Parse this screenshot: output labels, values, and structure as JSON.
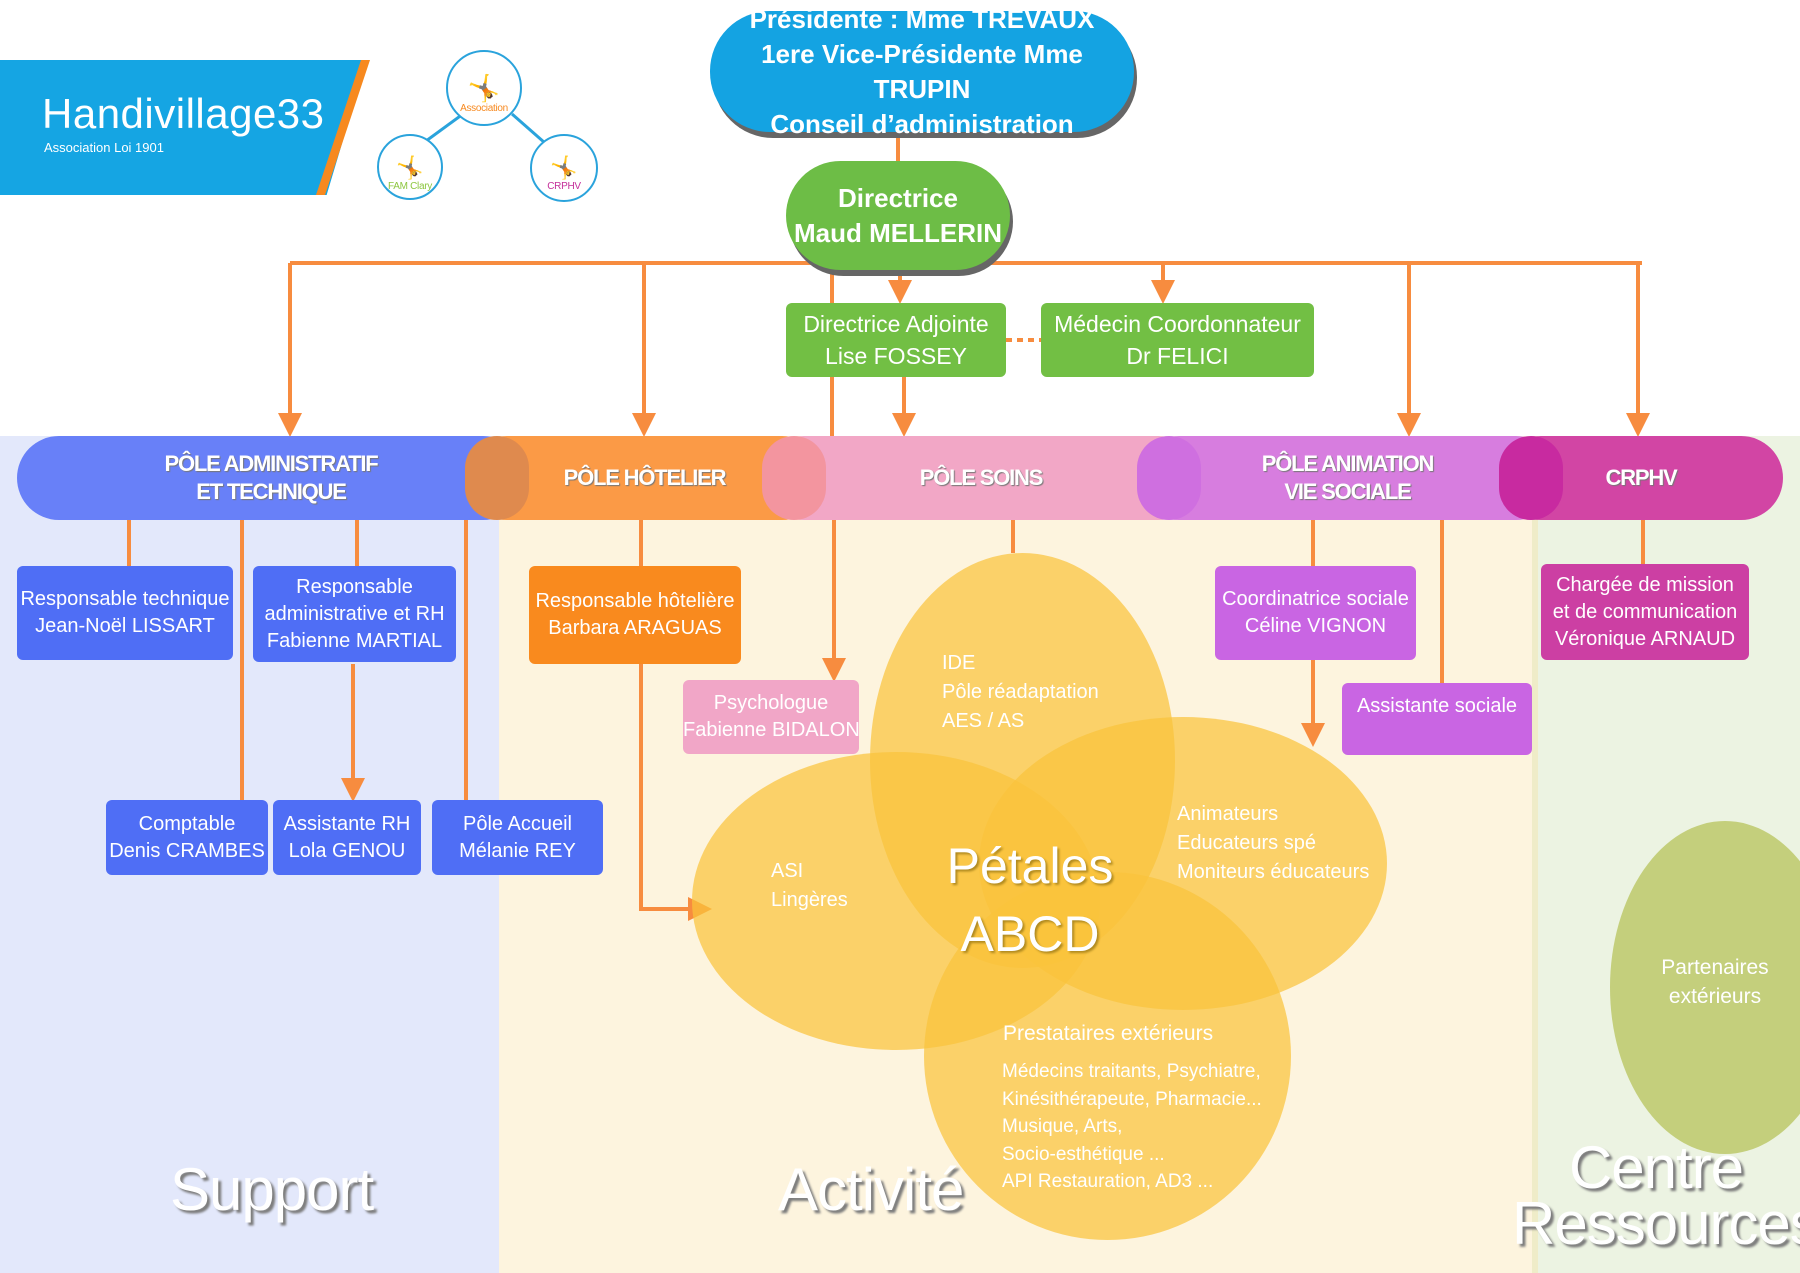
{
  "logo": {
    "title": "Handivillage33",
    "subtitle": "Association Loi 1901",
    "circles": [
      {
        "label": "Association",
        "color": "#f7891f"
      },
      {
        "label": "FAM Clary",
        "color": "#8cc63f"
      },
      {
        "label": "CRPHV",
        "color": "#c42f9a"
      }
    ]
  },
  "board": {
    "line1": "Présidente  : Mme TREVAUX",
    "line2": "1ere  Vice-Présidente  Mme TRUPIN",
    "line3": "Conseil d’administration"
  },
  "director": {
    "title": "Directrice",
    "name": "Maud  MELLERIN"
  },
  "deputy": {
    "title": "Directrice  Adjointe",
    "name": "Lise  FOSSEY"
  },
  "doctor": {
    "title": "Médecin   Coordonnateur",
    "name": "Dr  FELICI"
  },
  "poles": [
    {
      "id": "admin",
      "line1": "PÔLE ADMINISTRATIF",
      "line2": "ET TECHNIQUE",
      "color": "#6880f8"
    },
    {
      "id": "hotel",
      "line1": "PÔLE HÔTELIER",
      "line2": "",
      "color": "#fb9a46"
    },
    {
      "id": "soins",
      "line1": "PÔLE SOINS",
      "line2": "",
      "color": "#f2a7c6"
    },
    {
      "id": "anim",
      "line1": "PÔLE ANIMATION",
      "line2": "VIE SOCIALE",
      "color": "#d77ddf"
    },
    {
      "id": "crphv",
      "line1": "CRPHV",
      "line2": "",
      "color": "#d245a4"
    }
  ],
  "staff": {
    "resp_tech": {
      "line1": "Responsable technique",
      "line2": "Jean-Noël  LISSART"
    },
    "resp_admin": {
      "line1": "Responsable",
      "line2": "administrative  et RH",
      "line3": "Fabienne  MARTIAL"
    },
    "comptable": {
      "line1": "Comptable",
      "line2": "Denis  CRAMBES"
    },
    "assistante_rh": {
      "line1": "Assistante  RH",
      "line2": "Lola  GENOU"
    },
    "accueil": {
      "line1": "Pôle Accueil",
      "line2": "Mélanie  REY"
    },
    "resp_hotel": {
      "line1": "Responsable  hôtelière",
      "line2": "Barbara  ARAGUAS"
    },
    "psychologue": {
      "line1": "Psychologue",
      "line2": "Fabienne  BIDALON"
    },
    "coord_sociale": {
      "line1": "Coordinatrice sociale",
      "line2": "Céline  VIGNON"
    },
    "assistante_sociale": {
      "line1": "Assistante sociale"
    },
    "chargee_mission": {
      "line1": "Chargée de mission",
      "line2": "et de communication",
      "line3": "Véronique  ARNAUD"
    }
  },
  "petals": {
    "title_line1": "Pétales",
    "title_line2": "ABCD",
    "top": [
      "IDE",
      "Pôle réadaptation",
      "AES /  AS"
    ],
    "left": [
      "ASI",
      "Lingères"
    ],
    "right": [
      "Animateurs",
      "Educateurs spé",
      "Moniteurs  éducateurs"
    ],
    "bottom_title": "Prestataires extérieurs",
    "bottom": [
      "Médecins traitants,  Psychiatre,",
      "Kinésithérapeute,  Pharmacie...",
      "Musique, Arts,",
      "Socio-esthétique ...",
      "API Restauration,  AD3 ..."
    ]
  },
  "partners": {
    "line1": "Partenaires",
    "line2": "extérieurs"
  },
  "sections": {
    "support": "Support",
    "activite": "Activité",
    "centre_line1": "Centre",
    "centre_line2": "Ressources"
  }
}
